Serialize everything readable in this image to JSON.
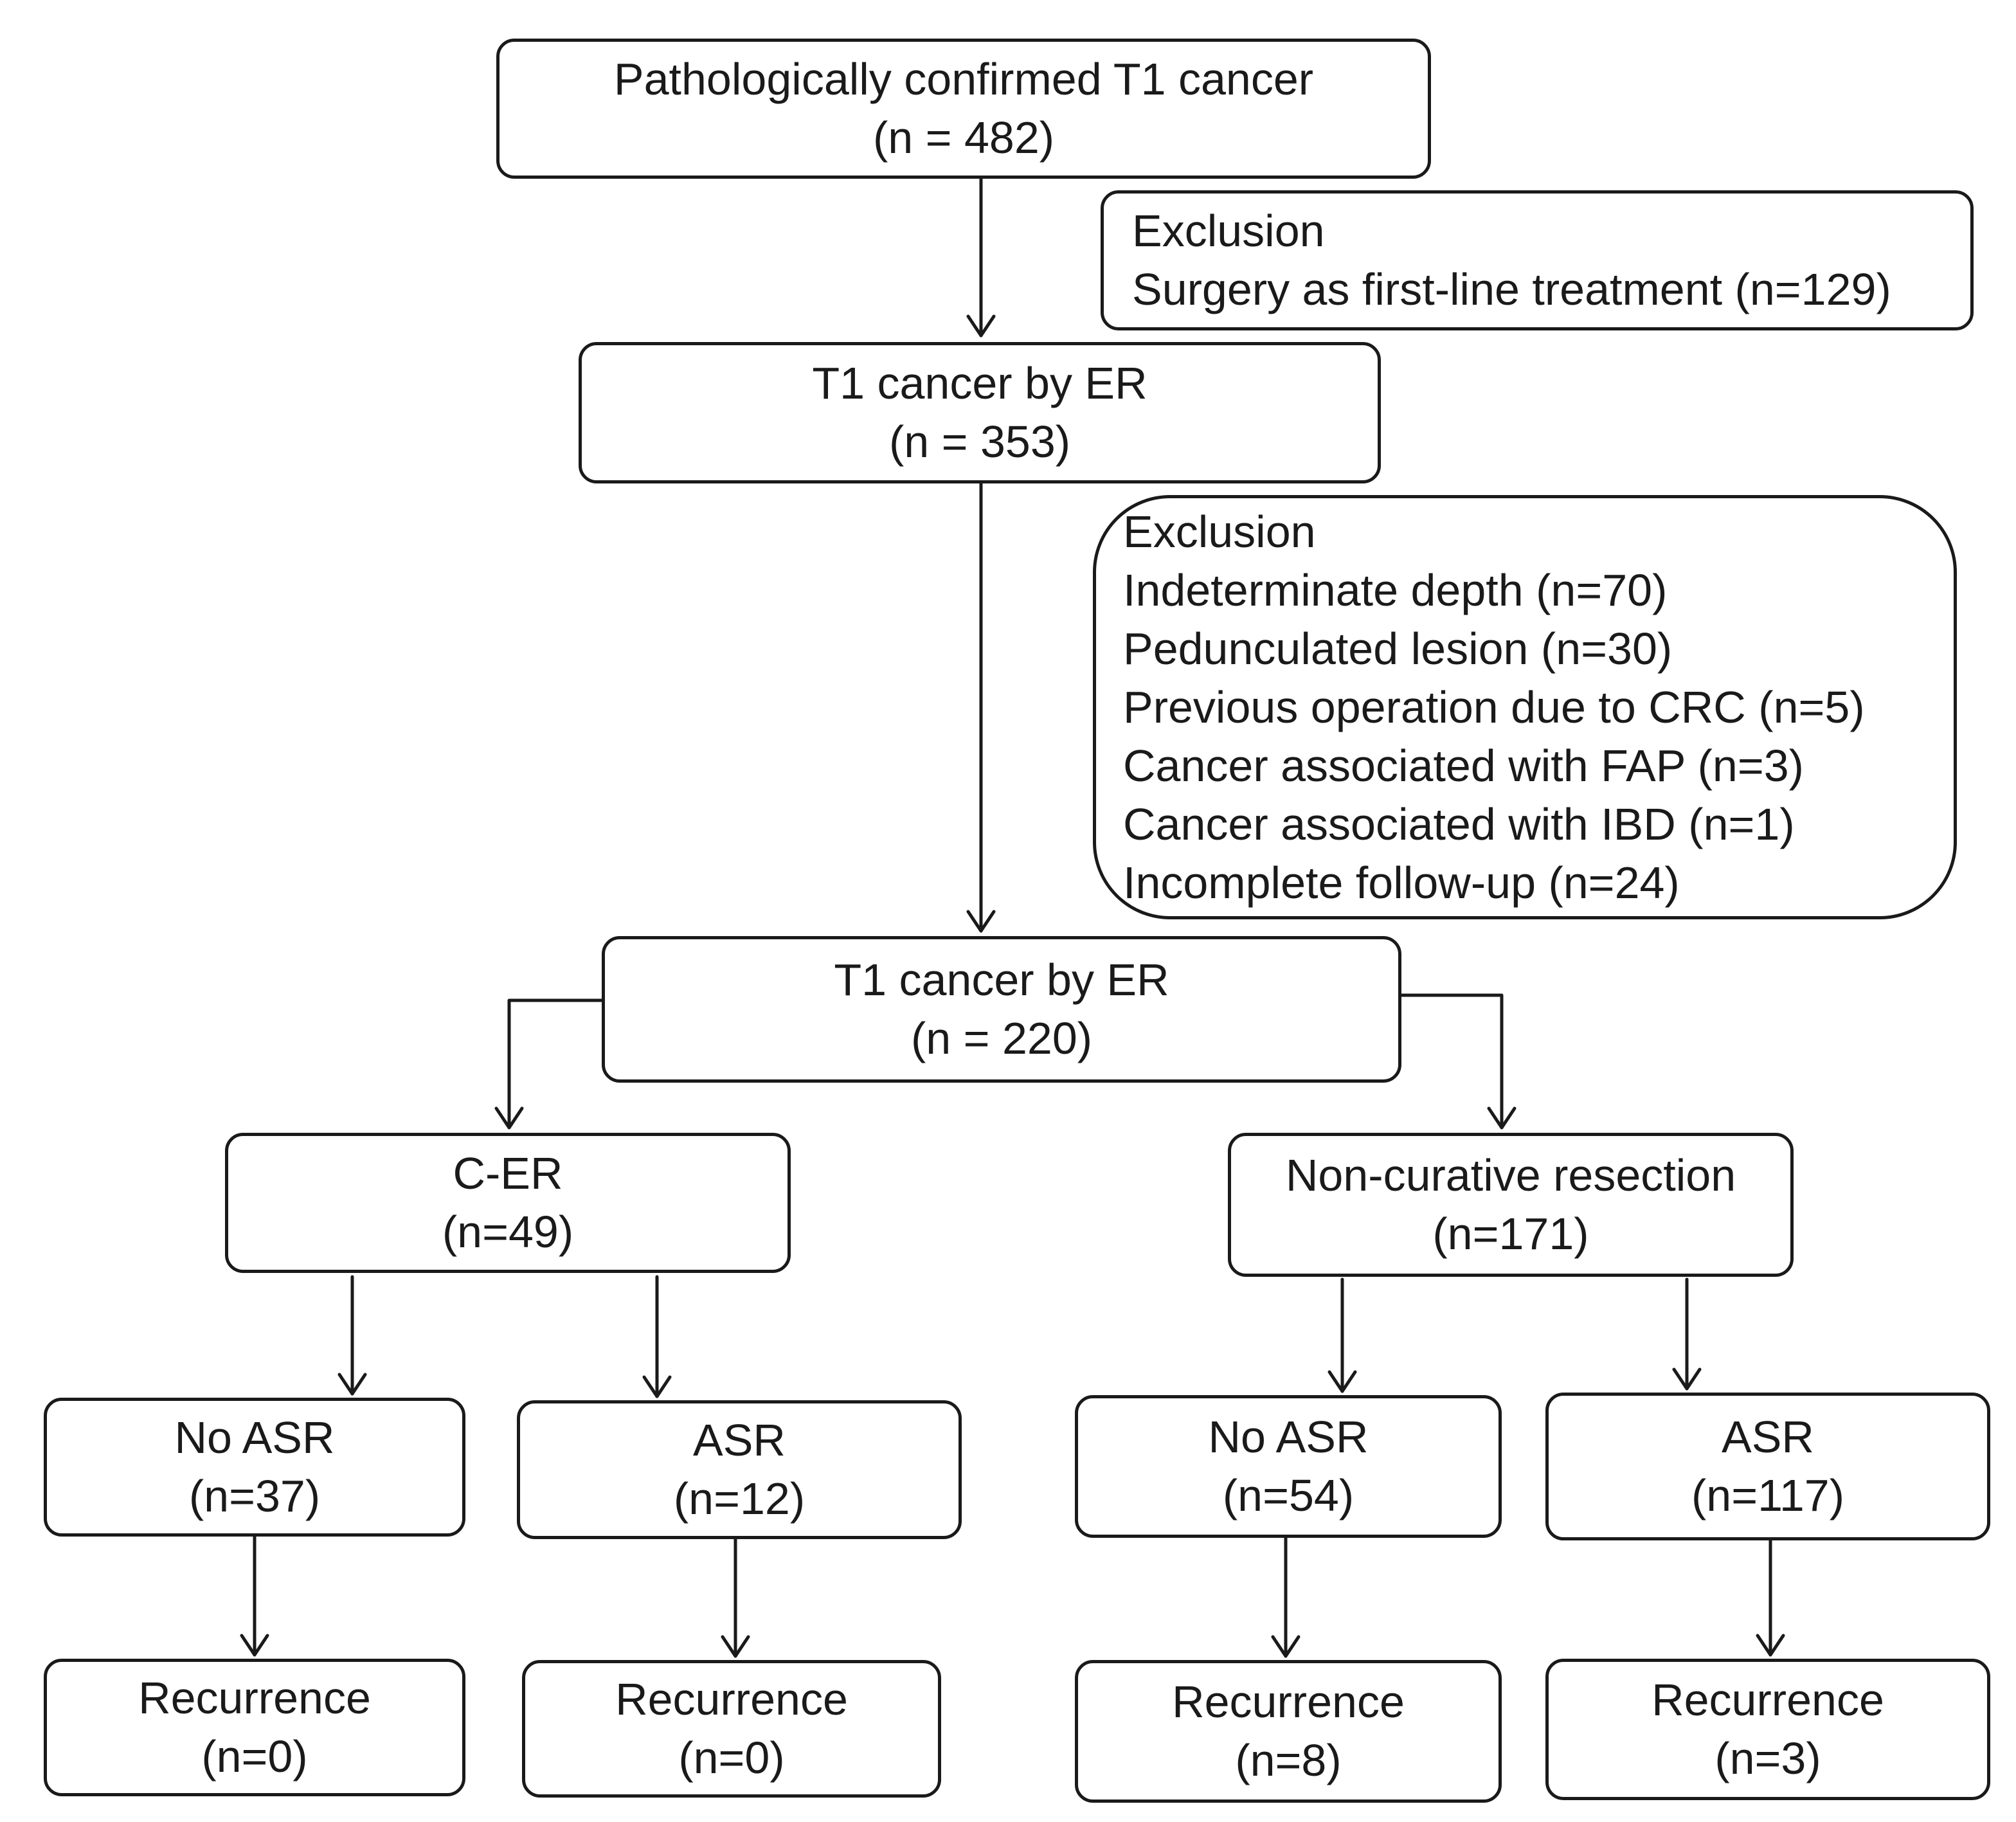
{
  "flow": {
    "start": {
      "title": "Pathologically confirmed T1 cancer",
      "count": "(n = 482)"
    },
    "exclusion1": {
      "heading": "Exclusion",
      "items": [
        "Surgery as first-line treatment (n=129)"
      ]
    },
    "er1": {
      "title": "T1 cancer by ER",
      "count": "(n = 353)"
    },
    "exclusion2": {
      "heading": "Exclusion",
      "items": [
        "Indeterminate depth (n=70)",
        "Pedunculated lesion (n=30)",
        "Previous operation due to CRC (n=5)",
        "Cancer associated with FAP (n=3)",
        "Cancer associated with IBD (n=1)",
        "Incomplete follow-up (n=24)"
      ]
    },
    "er2": {
      "title": "T1 cancer by ER",
      "count": "(n = 220)"
    },
    "cer": {
      "title": "C-ER",
      "count": "(n=49)"
    },
    "noncurative": {
      "title": "Non-curative resection",
      "count": "(n=171)"
    },
    "cer_no_asr": {
      "title": "No ASR",
      "count": "(n=37)"
    },
    "cer_asr": {
      "title": "ASR",
      "count": "(n=12)"
    },
    "nc_no_asr": {
      "title": "No ASR",
      "count": "(n=54)"
    },
    "nc_asr": {
      "title": "ASR",
      "count": "(n=117)"
    },
    "rec_cer_no_asr": {
      "title": "Recurrence",
      "count": "(n=0)"
    },
    "rec_cer_asr": {
      "title": "Recurrence",
      "count": "(n=0)"
    },
    "rec_nc_no_asr": {
      "title": "Recurrence",
      "count": "(n=8)"
    },
    "rec_nc_asr": {
      "title": "Recurrence",
      "count": "(n=3)"
    }
  }
}
